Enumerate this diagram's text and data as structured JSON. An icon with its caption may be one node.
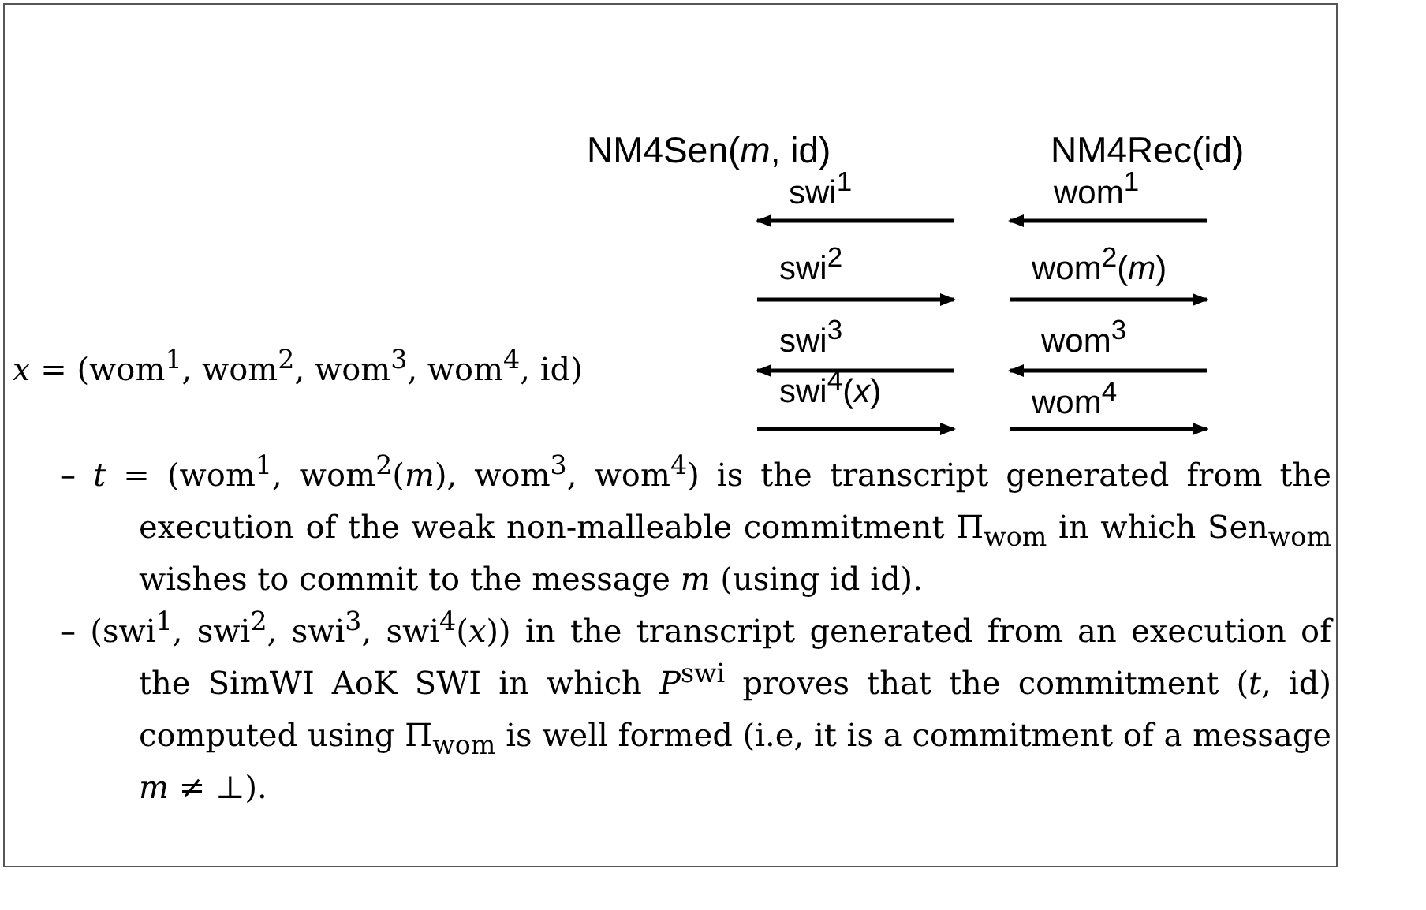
{
  "diagram": {
    "nodes": [
      {
        "text": [
          "NM4Sen(*m*, id)"
        ]
      },
      {
        "text": [
          "NM4Rec(id)"
        ]
      }
    ],
    "labels": [
      "swi$^{1}$",
      "wom$^{1}$",
      "swi$^{2}$",
      "wom$^{2}$(*m*)",
      "swi$^{3}$",
      "wom$^{3}$",
      "*x* = (wom$^{1}$, wom$^{2}$, wom$^{3}$, wom$^{4}$, id)",
      "swi$^{4}$(*x*)",
      "wom$^{4}$",
      "– *t* = (wom$^{1}$, wom$^{2}$(*m*), wom$^{3}$, wom$^{4}$) is the transcript generated from the execution of the weak non-malleable commitment Π$_{wom}$ in which Sen$_{wom}$ wishes to commit to the message *m* (using id id).",
      "– (swi$^{1}$, swi$^{2}$, swi$^{3}$, swi$^{4}$(*x*)) in the transcript generated from an execution of the SimWI AoK SWI in which *P*$^{swi}$ proves that the commitment (*t*, id) computed using Π$_{wom}$ is well formed (i.e, it is a commitment of a message *m* ≠ ⊥)."
    ]
  }
}
